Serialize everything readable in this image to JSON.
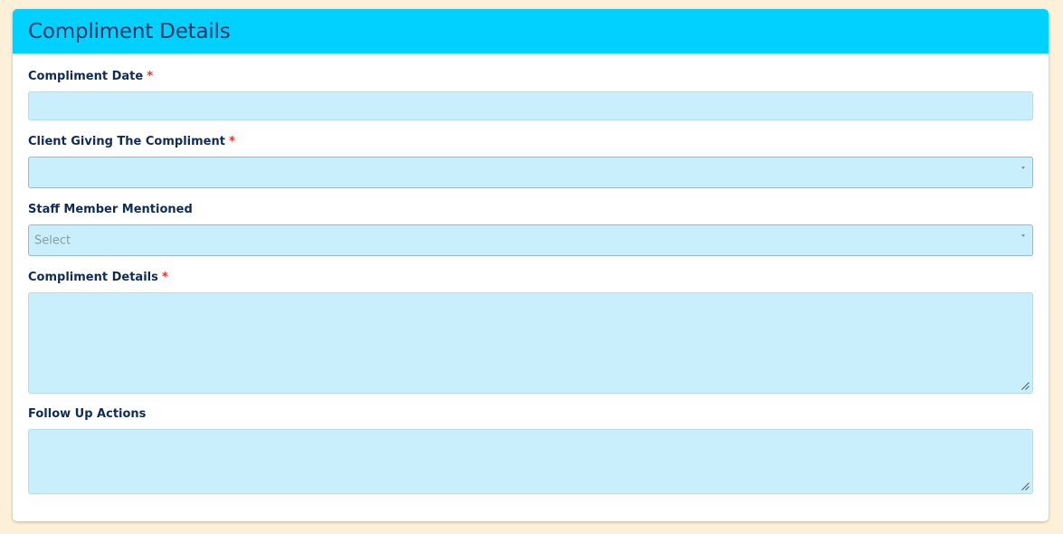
{
  "panel": {
    "title": "Compliment Details"
  },
  "fields": {
    "compliment_date": {
      "label": "Compliment Date",
      "required_mark": "*",
      "value": ""
    },
    "client": {
      "label": "Client Giving The Compliment",
      "required_mark": "*",
      "value": ""
    },
    "staff": {
      "label": "Staff Member Mentioned",
      "placeholder": "Select"
    },
    "details": {
      "label": "Compliment Details",
      "required_mark": "*",
      "value": ""
    },
    "follow_up": {
      "label": "Follow Up Actions",
      "value": ""
    }
  },
  "colors": {
    "header_bg": "#00d1ff",
    "title_text": "#1b3563",
    "label_text": "#0f2c57",
    "required_mark": "#e8322f",
    "input_bg": "#c9effc",
    "page_bg": "#fdf0d8"
  },
  "icons": {
    "select_caret": "chevron-down-icon",
    "textarea_resize": "resize-handle-icon"
  }
}
